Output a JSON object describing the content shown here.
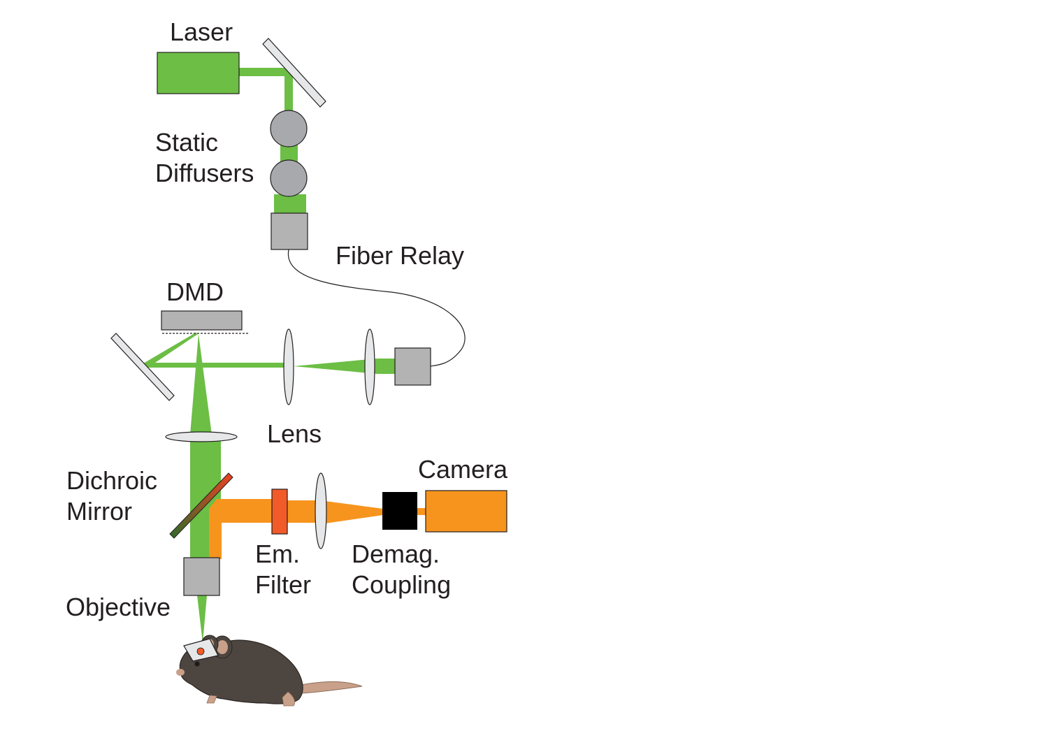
{
  "labels": {
    "laser": "Laser",
    "static_diffusers": "Static\nDiffusers",
    "fiber_relay": "Fiber Relay",
    "dmd": "DMD",
    "lens": "Lens",
    "dichroic_mirror": "Dichroic\nMirror",
    "camera": "Camera",
    "em_filter": "Em.\nFilter",
    "demag_coupling": "Demag.\nCoupling",
    "objective": "Objective"
  },
  "colors": {
    "excitation_beam": "#6cbe45",
    "emission_beam": "#f7941e",
    "laser_body": "#6cbe45",
    "camera_body": "#f7941e",
    "emission_filter": "#f15a29",
    "component_gray": "#b3b3b3",
    "diffuser_gray": "#a7a9ac",
    "lens_fill": "#e6e7e8",
    "demag_block": "#000000",
    "mouse_body": "#4d4540",
    "mouse_pink": "#c9a089"
  }
}
